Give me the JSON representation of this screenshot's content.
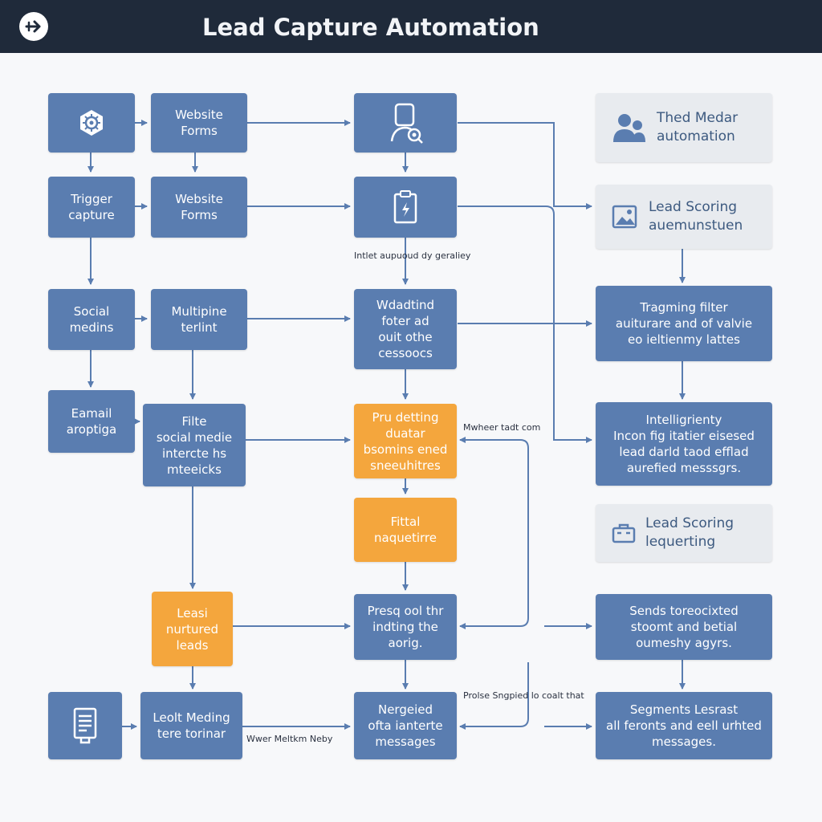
{
  "header": {
    "title": "Lead Capture Automation",
    "logo_icon": "arrow-right-circle-icon",
    "background": "#1f2a3a"
  },
  "colors": {
    "node_blue": "#5a7db0",
    "node_orange": "#f4a63d",
    "node_light": "#e8ebef",
    "connector": "#5a7db0"
  },
  "nodes": {
    "start_icon": {
      "icon": "gear-cube-icon"
    },
    "website_forms_1": {
      "text": "Website\nForms"
    },
    "user_search_icon": {
      "icon": "user-search-icon"
    },
    "thed_medar": {
      "text": "Thed Medar\nautomation",
      "icon": "users-icon"
    },
    "trigger_capture": {
      "text": "Trigger\ncapture"
    },
    "website_forms_2": {
      "text": "Website\nForms"
    },
    "document_icon": {
      "icon": "clipboard-bolt-icon"
    },
    "lead_scoring_1": {
      "text": "Lead Scoring\nauemunstuen",
      "icon": "image-folder-icon"
    },
    "social_medins": {
      "text": "Social\nmedins"
    },
    "multipine": {
      "text": "Multipine\nterlint"
    },
    "wdadtind": {
      "text": "Wdadtind\nfoter ad\nouit othe\ncessoocs"
    },
    "tragming_filter": {
      "text": "Tragming filter\nauiturare and of valvie\neo ieltienmy lattes"
    },
    "email_aroptiga": {
      "text": "Eamail\naroptiga"
    },
    "filte_social": {
      "text": "Filte\nsocial medie\nintercte hs\nmteeicks"
    },
    "pru_detting": {
      "text": "Pru detting\nduatar\nbsomins ened\nsneeuhitres"
    },
    "intelligrienty": {
      "text": "Intelligrienty\nIncon fig itatier eisesed\nlead darld taod efflad\naurefied messsgrs."
    },
    "fittal": {
      "text": "Fittal\nnaquetirre"
    },
    "lead_scoring_2": {
      "text": "Lead Scoring\nlequerting",
      "icon": "briefcase-icon"
    },
    "leasi_nurtured": {
      "text": "Leasi\nnurtured\nleads"
    },
    "presq_ool": {
      "text": "Presq ool thr\nindting the\naorig."
    },
    "sends": {
      "text": "Sends toreocixted\nstoomt and betial\noumeshy agyrs."
    },
    "report_icon": {
      "icon": "report-icon"
    },
    "leolt_meding": {
      "text": "Leolt Meding\ntere torinar"
    },
    "nergeied": {
      "text": "Nergeied\nofta ianterte\nmessages"
    },
    "segments": {
      "text": "Segments Lesrast\nall feronts and eell urhted\nmessages."
    }
  },
  "edge_labels": {
    "intlet": "Intlet aupuoud dy geraliey",
    "mwheer": "Mwheer tadt com",
    "prolse": "Prolse Sngpied lo coalt that",
    "wwer": "Wwer Meltkm Neby"
  }
}
